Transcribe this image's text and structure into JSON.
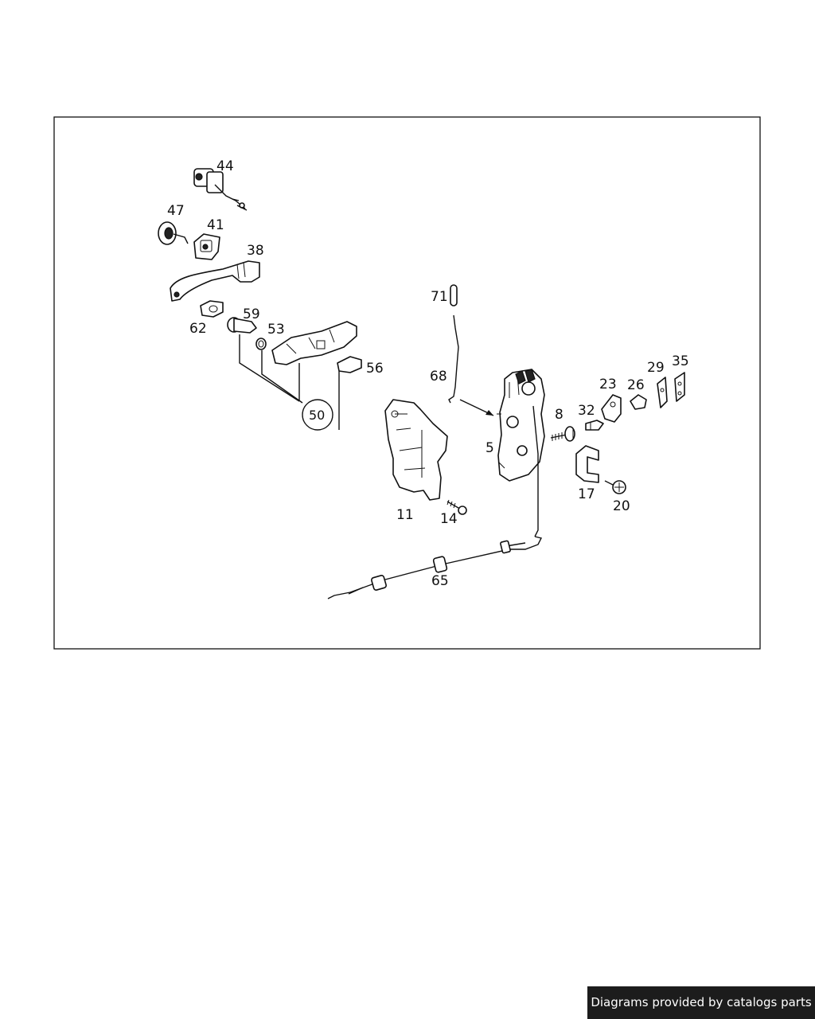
{
  "diagram": {
    "part_numbers": {
      "p44": "44",
      "p47": "47",
      "p41": "41",
      "p38": "38",
      "p62": "62",
      "p59": "59",
      "p53": "53",
      "p56": "56",
      "p50": "50",
      "p71": "71",
      "p68": "68",
      "p11": "11",
      "p14": "14",
      "p5": "5",
      "p8": "8",
      "p32": "32",
      "p23": "23",
      "p26": "26",
      "p29": "29",
      "p35": "35",
      "p17": "17",
      "p20": "20",
      "p65": "65"
    }
  },
  "footer": {
    "credit": "Diagrams provided by catalogs parts"
  },
  "colors": {
    "line": "#111111",
    "footer_bg": "#1c1c1c",
    "footer_text": "#ffffff"
  }
}
